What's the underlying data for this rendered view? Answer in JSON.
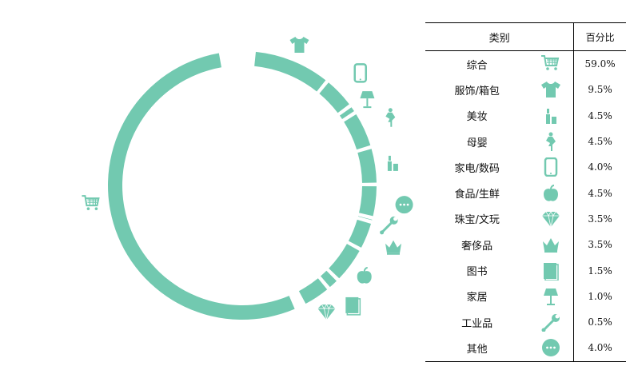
{
  "accent": "#72c9b0",
  "table": {
    "header": {
      "category": "类别",
      "percent": "百分比"
    },
    "rows": [
      {
        "label": "综合",
        "icon": "cart-icon",
        "percent": "59.0%"
      },
      {
        "label": "服饰/箱包",
        "icon": "tshirt-icon",
        "percent": "9.5%"
      },
      {
        "label": "美妆",
        "icon": "lipstick-icon",
        "percent": "4.5%"
      },
      {
        "label": "母婴",
        "icon": "pregnant-icon",
        "percent": "4.5%"
      },
      {
        "label": "家电/数码",
        "icon": "phone-icon",
        "percent": "4.0%"
      },
      {
        "label": "食品/生鲜",
        "icon": "apple-icon",
        "percent": "4.5%"
      },
      {
        "label": "珠宝/文玩",
        "icon": "diamond-icon",
        "percent": "3.5%"
      },
      {
        "label": "奢侈品",
        "icon": "crown-icon",
        "percent": "3.5%"
      },
      {
        "label": "图书",
        "icon": "books-icon",
        "percent": "1.5%"
      },
      {
        "label": "家居",
        "icon": "lamp-icon",
        "percent": "1.0%"
      },
      {
        "label": "工业品",
        "icon": "wrench-icon",
        "percent": "0.5%"
      },
      {
        "label": "其他",
        "icon": "more-icon",
        "percent": "4.0%"
      }
    ]
  },
  "chart_data": {
    "type": "pie",
    "style": "ring with icons",
    "order_clockwise_from_top": [
      {
        "name": "服饰/箱包",
        "value": 9.5,
        "icon": "tshirt-icon"
      },
      {
        "name": "家电/数码",
        "value": 4.0,
        "icon": "phone-icon"
      },
      {
        "name": "家居",
        "value": 1.0,
        "icon": "lamp-icon"
      },
      {
        "name": "母婴",
        "value": 4.5,
        "icon": "pregnant-icon"
      },
      {
        "name": "美妆",
        "value": 4.5,
        "icon": "lipstick-icon"
      },
      {
        "name": "其他",
        "value": 4.0,
        "icon": "more-icon"
      },
      {
        "name": "工业品",
        "value": 0.5,
        "icon": "wrench-icon"
      },
      {
        "name": "奢侈品",
        "value": 3.5,
        "icon": "crown-icon"
      },
      {
        "name": "食品/生鲜",
        "value": 4.5,
        "icon": "apple-icon"
      },
      {
        "name": "图书",
        "value": 1.5,
        "icon": "books-icon"
      },
      {
        "name": "珠宝/文玩",
        "value": 3.5,
        "icon": "diamond-icon"
      },
      {
        "name": "综合",
        "value": 59.0,
        "icon": "cart-icon"
      }
    ]
  }
}
